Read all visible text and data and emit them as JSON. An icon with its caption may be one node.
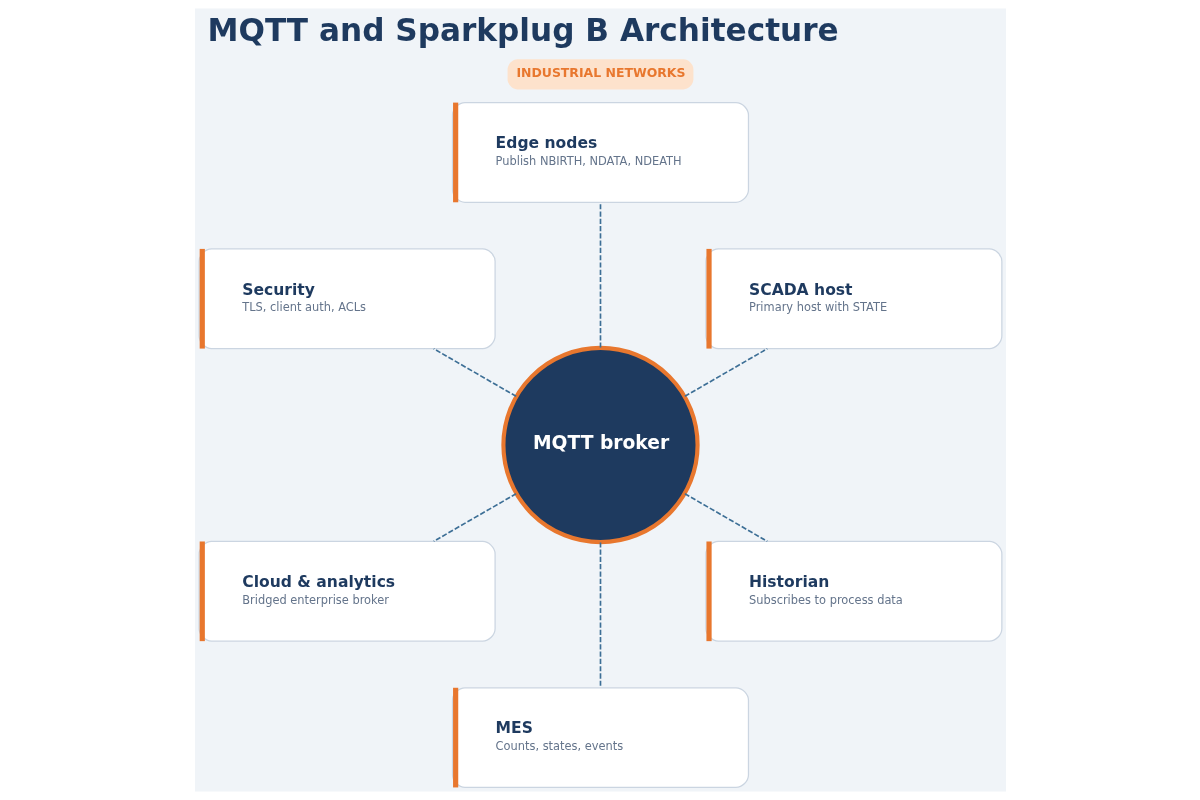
{
  "diagram": {
    "title": "MQTT and Sparkplug B Architecture",
    "nodes": [
      {
        "text": [
          "Edge nodes",
          "Publish NBIRTH, NDATA, NDEATH"
        ]
      },
      {
        "text": [
          "Security",
          "TLS, client auth, ACLs"
        ]
      },
      {
        "text": [
          "SCADA host",
          "Primary host with STATE"
        ]
      },
      {
        "text": [
          "MQTT broker"
        ]
      },
      {
        "text": [
          "Cloud & analytics",
          "Bridged enterprise broker"
        ]
      },
      {
        "text": [
          "Historian",
          "Subscribes to process data"
        ]
      },
      {
        "text": [
          "MES",
          "Counts, states, events"
        ]
      }
    ],
    "edges": [
      {
        "from": 3,
        "to": 0,
        "arrow": "none",
        "style": "dashed"
      },
      {
        "from": 3,
        "to": 1,
        "arrow": "none",
        "style": "dashed"
      },
      {
        "from": 3,
        "to": 2,
        "arrow": "none",
        "style": "dashed"
      },
      {
        "from": 3,
        "to": 4,
        "arrow": "none",
        "style": "dashed"
      },
      {
        "from": 3,
        "to": 5,
        "arrow": "none",
        "style": "dashed"
      },
      {
        "from": 3,
        "to": 6,
        "arrow": "none",
        "style": "dashed"
      }
    ],
    "labels": [
      "INDUSTRIAL NETWORKS"
    ]
  }
}
